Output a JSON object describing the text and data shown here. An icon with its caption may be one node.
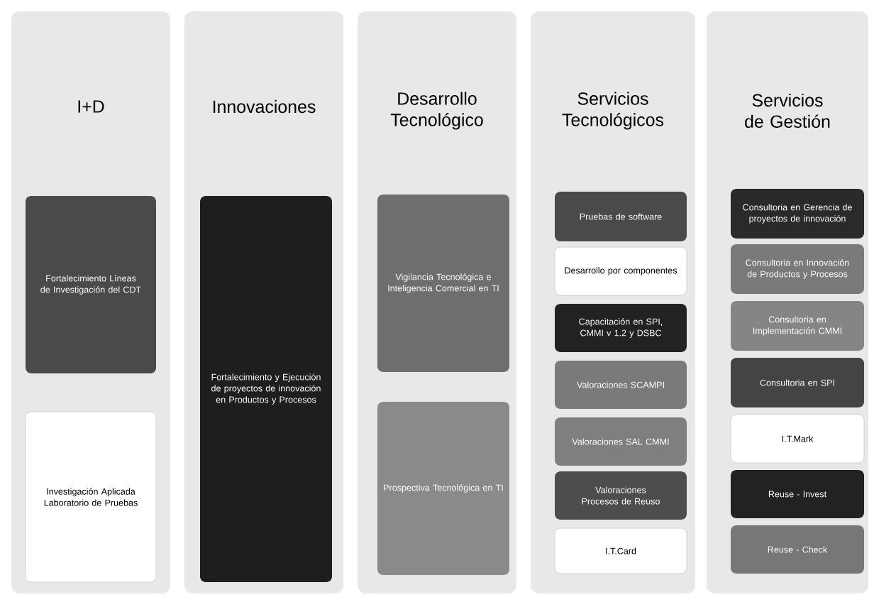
{
  "diagram": {
    "nodes": [
      {
        "text": [
          "I+D"
        ]
      },
      {
        "text": [
          "Fortalecimiento Líneas de Investigación del CDT"
        ],
        "in": 0
      },
      {
        "text": [
          "Investigación Aplicada Laboratorio de Pruebas"
        ],
        "in": 0
      },
      {
        "text": [
          "Innovaciones"
        ]
      },
      {
        "text": [
          "Fortalecimiento y Ejecución de proyectos de innovación en Productos y Procesos"
        ],
        "in": 3
      },
      {
        "text": [
          "Desarrollo Tecnológico"
        ]
      },
      {
        "text": [
          "Vigilancia Tecnológica e Inteligencia Comercial en TI"
        ],
        "in": 5
      },
      {
        "text": [
          "Prospectiva Tecnológica en TI"
        ],
        "in": 5
      },
      {
        "text": [
          "Servicios Tecnológicos"
        ]
      },
      {
        "text": [
          "Pruebas de software"
        ],
        "in": 8
      },
      {
        "text": [
          "Desarrollo por componentes"
        ],
        "in": 8
      },
      {
        "text": [
          "Capacitación en SPI, CMMI v 1.2 y DSBC"
        ],
        "in": 8
      },
      {
        "text": [
          "Valoraciones SCAMPI"
        ],
        "in": 8
      },
      {
        "text": [
          "Valoraciones SAL CMMI"
        ],
        "in": 8
      },
      {
        "text": [
          "Valoraciones Procesos de Reuso"
        ],
        "in": 8
      },
      {
        "text": [
          "I.T.Card"
        ],
        "in": 8
      },
      {
        "text": [
          "Servicios de Gestión"
        ]
      },
      {
        "text": [
          "Consultoria en Gerencia de proyectos de innovación"
        ],
        "in": 16
      },
      {
        "text": [
          "Consultoria en Innovación de Productos y Procesos"
        ],
        "in": 16
      },
      {
        "text": [
          "Consultoria en Implementación CMMI"
        ],
        "in": 16
      },
      {
        "text": [
          "Consultoria en SPI"
        ],
        "in": 16
      },
      {
        "text": [
          "I.T.Mark"
        ],
        "in": 16
      },
      {
        "text": [
          "Reuse - Invest"
        ],
        "in": 16
      },
      {
        "text": [
          "Reuse - Check"
        ],
        "in": 16
      }
    ]
  }
}
